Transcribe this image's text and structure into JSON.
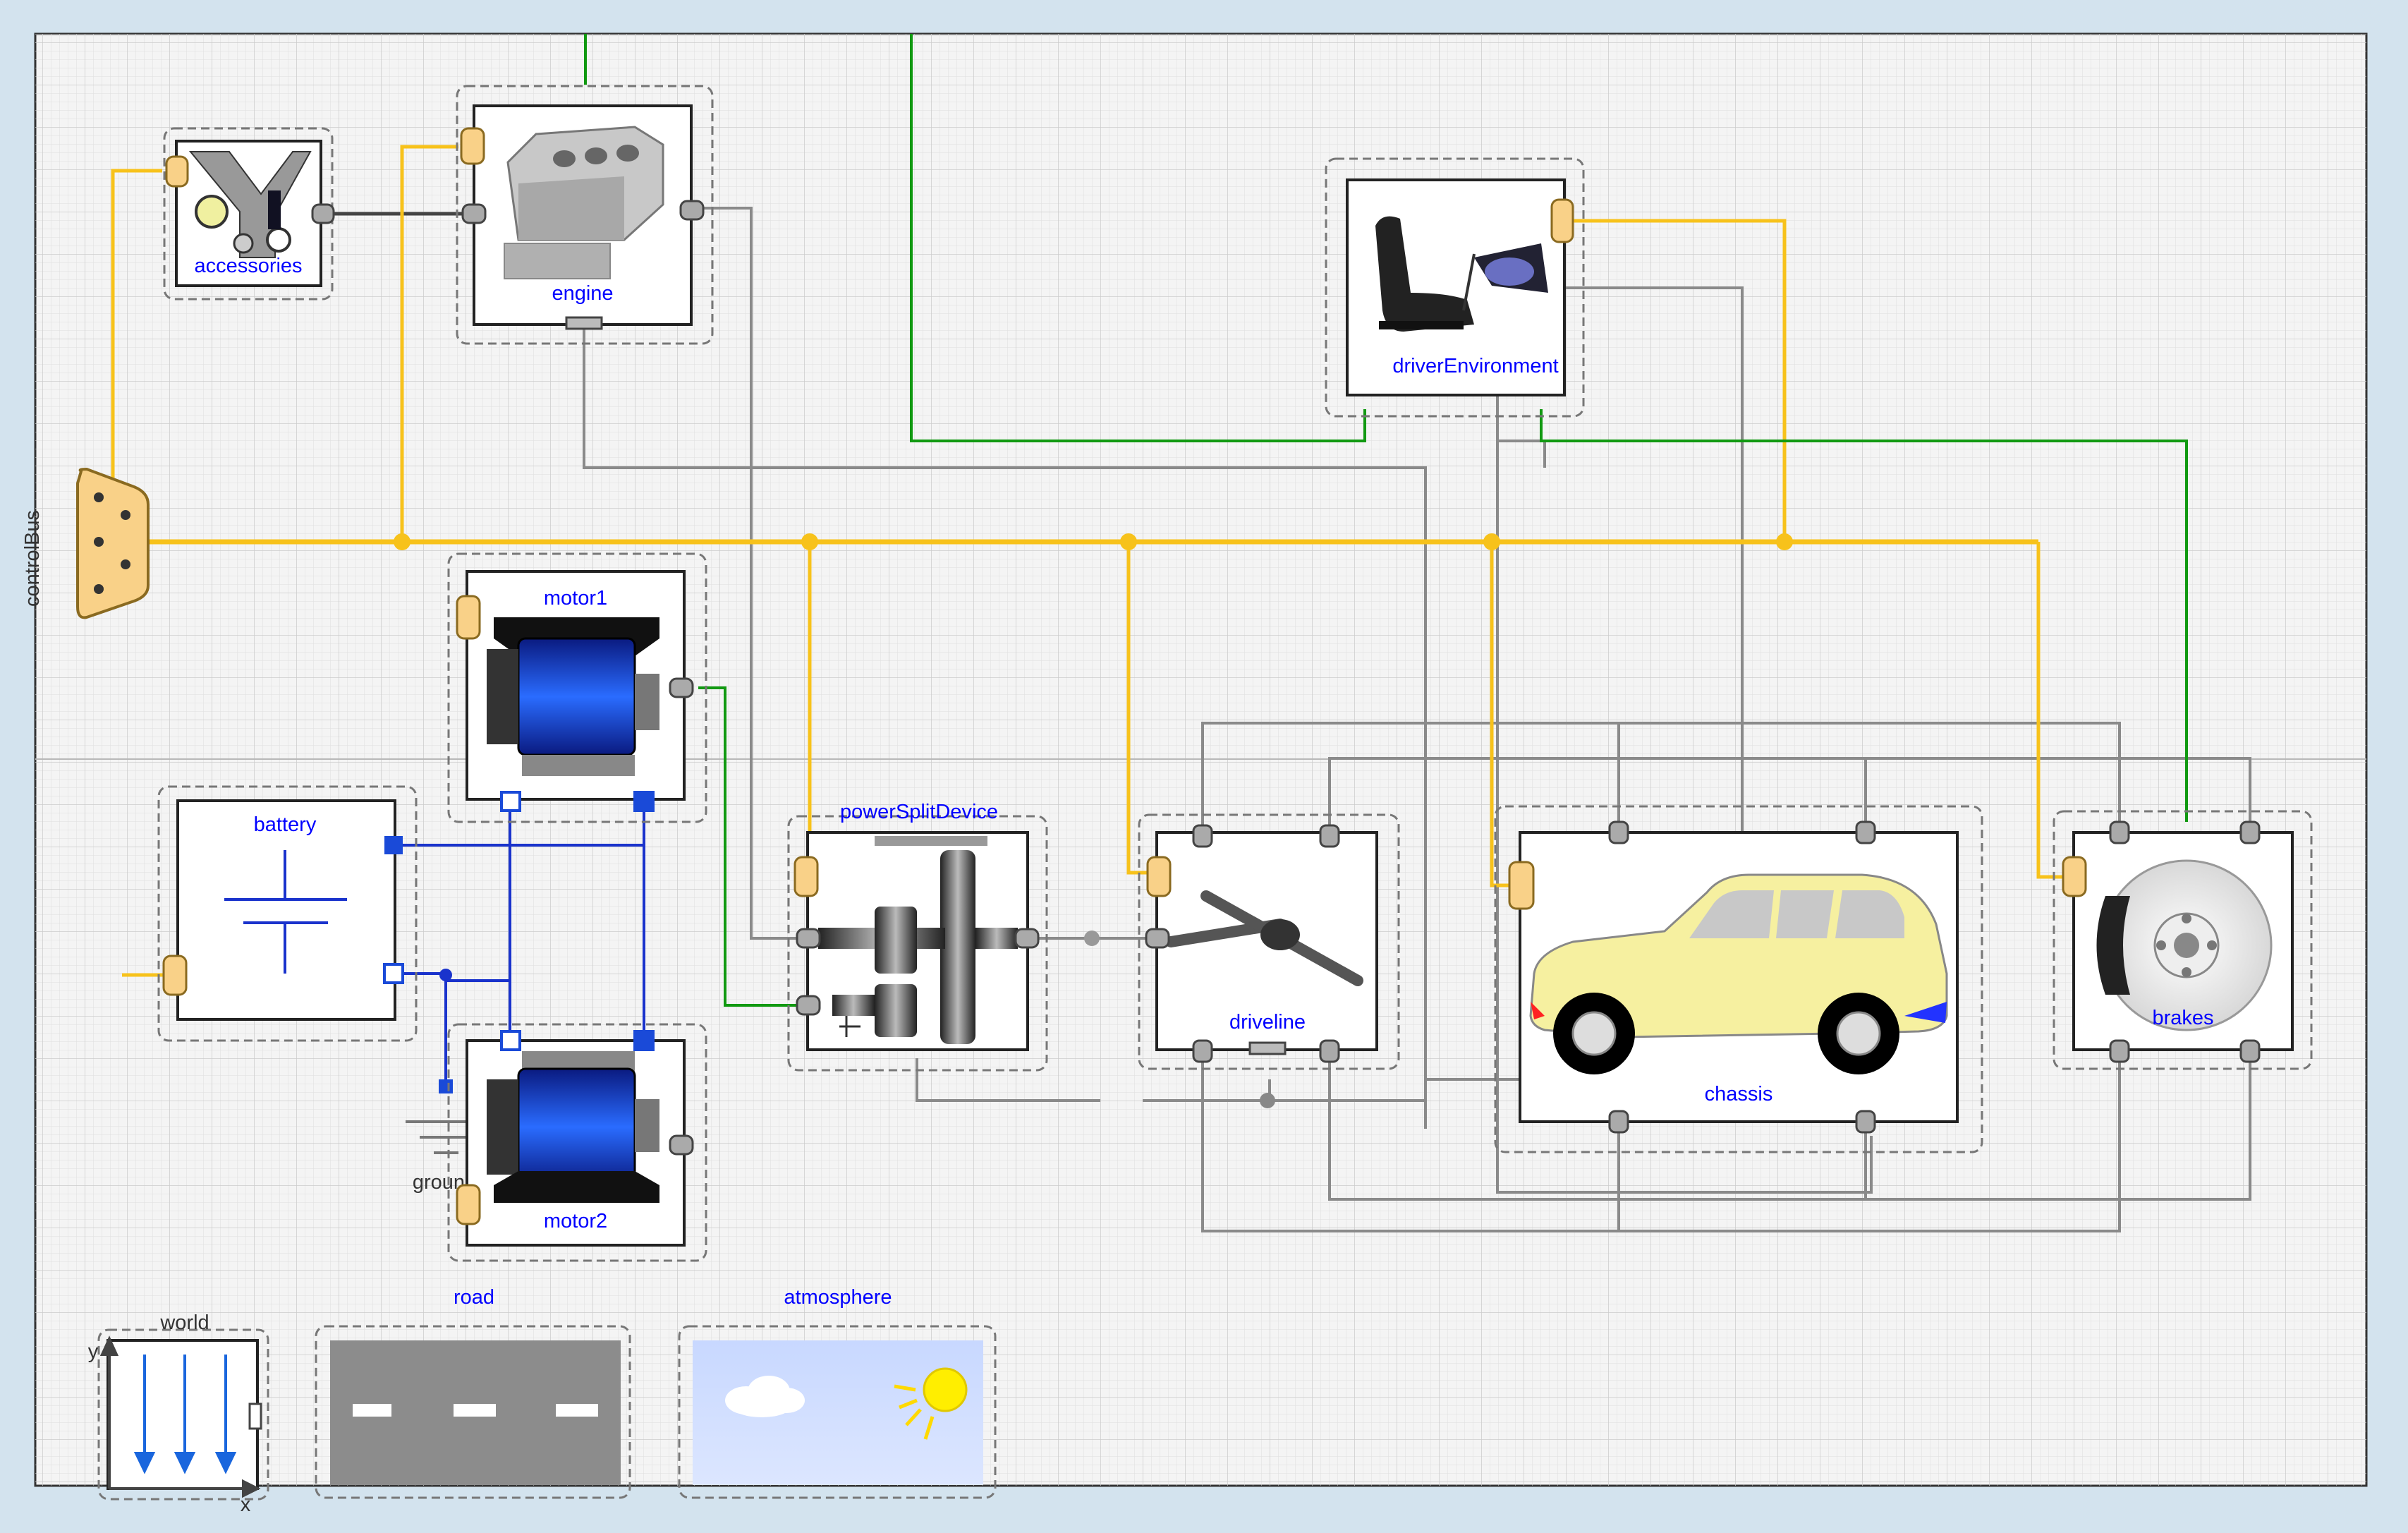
{
  "diagram": {
    "bus_label": "controlBus",
    "components": {
      "accessories": "accessories",
      "engine": "engine",
      "driverEnvironment": "driverEnvironment",
      "motor1": "motor1",
      "motor2": "motor2",
      "battery": "battery",
      "ground": "ground",
      "powerSplitDevice": "powerSplitDevice",
      "driveline": "driveline",
      "chassis": "chassis",
      "brakes": "brakes",
      "world": "world",
      "road": "road",
      "atmosphere": "atmosphere"
    },
    "axis_labels": {
      "y": "y",
      "x": "x"
    }
  },
  "colors": {
    "background": "#d3e3ee",
    "canvas": "#f2f2f2",
    "grid": "#dcdcdc",
    "bus": "#f7c21b",
    "mechanical": "#808080",
    "electrical": "#0033cc",
    "signal_green": "#119911",
    "label_blue": "#0000ff"
  }
}
